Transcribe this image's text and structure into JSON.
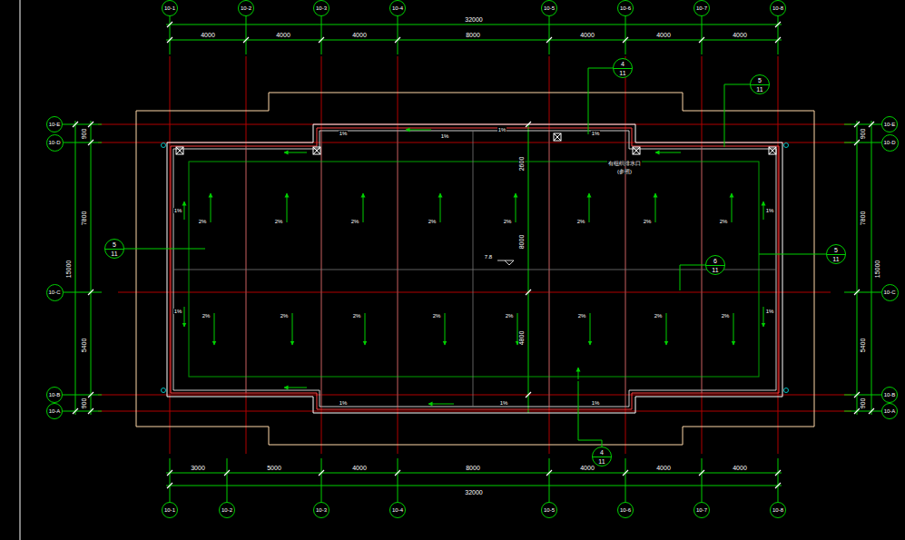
{
  "diagram": {
    "nodes": [
      {
        "text": [
          "10-1"
        ]
      },
      {
        "text": [
          "10-2"
        ]
      },
      {
        "text": [
          "10-3"
        ]
      },
      {
        "text": [
          "10-4"
        ]
      },
      {
        "text": [
          "10-5"
        ]
      },
      {
        "text": [
          "10-6"
        ]
      },
      {
        "text": [
          "10-7"
        ]
      },
      {
        "text": [
          "10-8"
        ]
      },
      {
        "text": [
          "4",
          "11"
        ]
      },
      {
        "text": [
          "5",
          "11"
        ]
      },
      {
        "text": [
          "10-E"
        ]
      },
      {
        "text": [
          "10-D"
        ]
      },
      {
        "text": [
          "10-C"
        ]
      },
      {
        "text": [
          "10-B"
        ]
      },
      {
        "text": [
          "10-A"
        ]
      },
      {
        "text": [
          "5",
          "11"
        ]
      },
      {
        "text": [
          "6",
          "11"
        ]
      },
      {
        "text": [
          "10-E"
        ]
      },
      {
        "text": [
          "10-D"
        ]
      },
      {
        "text": [
          "10-C"
        ]
      },
      {
        "text": [
          "10-B"
        ]
      },
      {
        "text": [
          "10-A"
        ]
      },
      {
        "text": [
          "5",
          "11"
        ]
      },
      {
        "text": [
          "4",
          "11"
        ]
      },
      {
        "text": [
          "10-1"
        ]
      },
      {
        "text": [
          "10-2"
        ]
      },
      {
        "text": [
          "10-3"
        ]
      },
      {
        "text": [
          "10-4"
        ]
      },
      {
        "text": [
          "10-5"
        ]
      },
      {
        "text": [
          "10-6"
        ]
      },
      {
        "text": [
          "10-7"
        ]
      },
      {
        "text": [
          "10-8"
        ]
      }
    ],
    "labels": [
      "32000",
      "4000",
      "4000",
      "4000",
      "8000",
      "4000",
      "4000",
      "4000",
      "3000",
      "5000",
      "4000",
      "8000",
      "4000",
      "4000",
      "4000",
      "32000",
      "900",
      "7800",
      "15000",
      "5400",
      "900",
      "900",
      "7800",
      "15000",
      "5400",
      "900",
      "2600",
      "8000",
      "4800",
      "7.8",
      "有组织排水口",
      "(参照)",
      "1%",
      "1%",
      "1%",
      "1%",
      "1%",
      "1%",
      "1%",
      "1%",
      "1%",
      "1%",
      "1%",
      "2%",
      "2%",
      "2%",
      "2%",
      "2%",
      "2%",
      "2%",
      "2%",
      "2%",
      "2%",
      "2%",
      "2%",
      "2%",
      "2%",
      "2%",
      "2%"
    ]
  }
}
